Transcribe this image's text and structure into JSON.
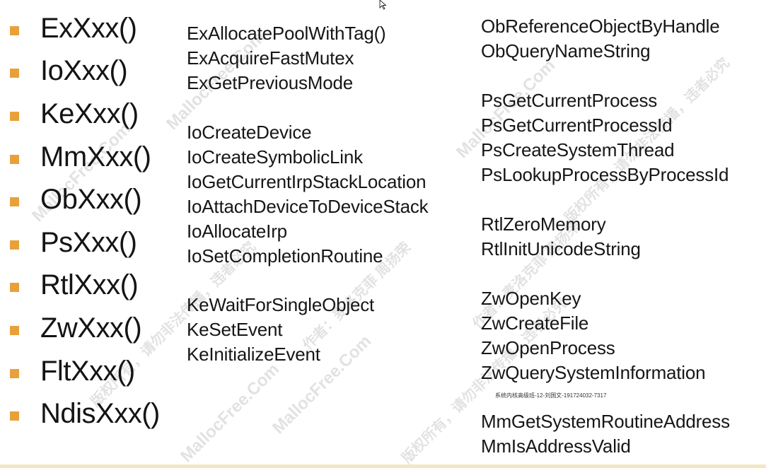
{
  "prefixes": [
    "ExXxx()",
    "IoXxx()",
    "KeXxx()",
    "MmXxx()",
    "ObXxx()",
    "PsXxx()",
    "RtlXxx()",
    "ZwXxx()",
    "FltXxx()",
    "NdisXxx()"
  ],
  "middle_groups": [
    [
      "ExAllocatePoolWithTag()",
      "ExAcquireFastMutex",
      "ExGetPreviousMode"
    ],
    [
      "IoCreateDevice",
      "IoCreateSymbolicLink",
      "IoGetCurrentIrpStackLocation",
      "IoAttachDeviceToDeviceStack",
      "IoAllocateIrp",
      "IoSetCompletionRoutine"
    ],
    [
      "KeWaitForSingleObject",
      "KeSetEvent",
      "KeInitializeEvent"
    ]
  ],
  "right_groups": [
    [
      "ObReferenceObjectByHandle",
      "ObQueryNameString"
    ],
    [
      "PsGetCurrentProcess",
      "PsGetCurrentProcessId",
      "PsCreateSystemThread",
      "PsLookupProcessByProcessId"
    ],
    [
      "RtlZeroMemory",
      "RtlInitUnicodeString"
    ],
    [
      "ZwOpenKey",
      "ZwCreateFile",
      "ZwOpenProcess",
      "ZwQuerySystemInformation"
    ],
    [
      "MmGetSystemRoutineAddress",
      "MmIsAddressValid"
    ]
  ],
  "caption": "系统内核高级班-12-刘国文-191724032-7317",
  "watermark": {
    "site": "MallocFree.Com",
    "notice": "版权所有，请勿非法传播，违者必究",
    "author": "作者：麦洛克菲 周扬荣"
  },
  "colors": {
    "bullet": "#e8a13a",
    "text": "#141414",
    "watermark": "#d7d7d7"
  }
}
